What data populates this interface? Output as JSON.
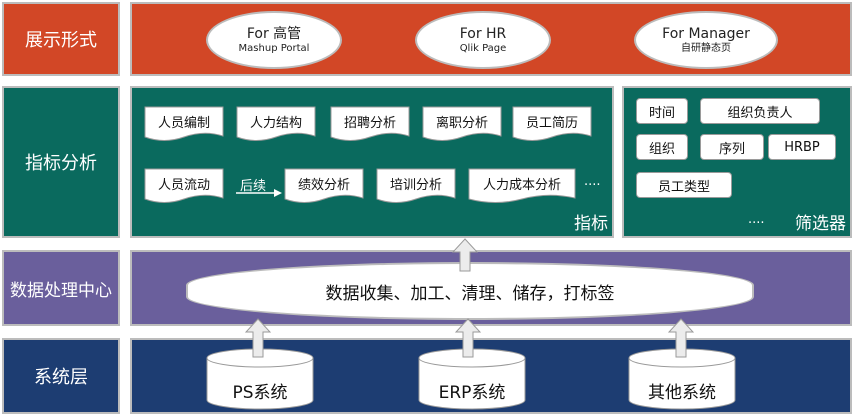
{
  "rows": {
    "display": {
      "label": "展示形式"
    },
    "metrics": {
      "label": "指标分析"
    },
    "data": {
      "label": "数据处理中心"
    },
    "system": {
      "label": "系统层"
    }
  },
  "display_items": [
    {
      "title": "For 高管",
      "sub": "Mashup Portal"
    },
    {
      "title": "For HR",
      "sub": "Qlik Page"
    },
    {
      "title": "For Manager",
      "sub": "自研静态页"
    }
  ],
  "metrics_panel": {
    "caption": "指标",
    "row1": [
      "人员编制",
      "人力结构",
      "招聘分析",
      "离职分析",
      "员工简历"
    ],
    "row2": [
      "人员流动",
      "绩效分析",
      "培训分析",
      "人力成本分析"
    ],
    "followup": "后续",
    "more": "...."
  },
  "filter_panel": {
    "caption": "筛选器",
    "items": [
      "时间",
      "组织负责人",
      "组织",
      "序列",
      "HRBP",
      "员工类型"
    ],
    "more": "...."
  },
  "data_center": {
    "text": "数据收集、加工、清理、储存，打标签"
  },
  "systems": [
    "PS系统",
    "ERP系统",
    "其他系统"
  ],
  "colors": {
    "display": "#d24726",
    "metrics": "#0a6a5e",
    "data": "#6a5f9c",
    "system": "#1d3d72"
  }
}
